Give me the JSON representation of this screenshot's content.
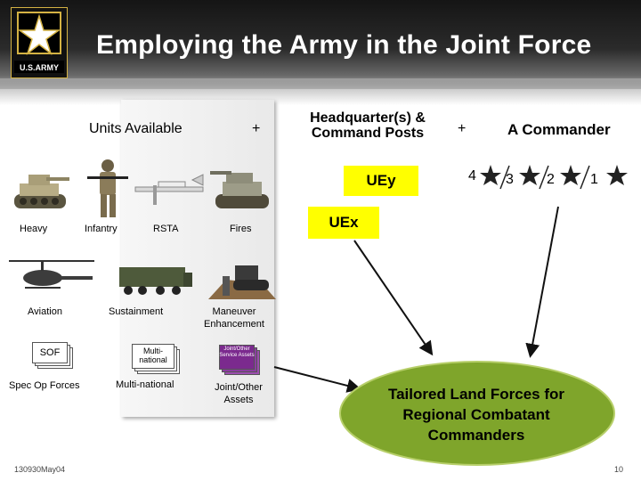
{
  "slide": {
    "title": "Employing the Army in the Joint Force",
    "logo_text": "U.S.ARMY",
    "footer_left": "130930May04",
    "page_number": "10"
  },
  "units": {
    "heading": "Units Available",
    "plus": "+",
    "row1": [
      "Heavy",
      "Infantry",
      "RSTA",
      "Fires"
    ],
    "row2": [
      "Aviation",
      "Sustainment",
      "Maneuver Enhancement"
    ],
    "row3_labels": [
      "Spec Op Forces",
      "Multi-national",
      "Joint/Other Assets"
    ],
    "row3_icons": [
      "SOF",
      "Multi-national",
      "Joint/Other Service Assets"
    ]
  },
  "headquarters": {
    "heading": "Headquarter(s) & Command Posts",
    "plus": "+",
    "uey": "UEy",
    "uex": "UEx"
  },
  "commander": {
    "heading": "A Commander",
    "ranks": [
      "4",
      "3",
      "2",
      "1"
    ]
  },
  "result": {
    "text": "Tailored Land Forces for Regional Combatant Commanders"
  },
  "colors": {
    "header_dark": "#1c1c1c",
    "highlight": "#ffff00",
    "oval_green": "#7fa52b",
    "star": "#222222",
    "joint_icon": "#7b2a8e"
  }
}
